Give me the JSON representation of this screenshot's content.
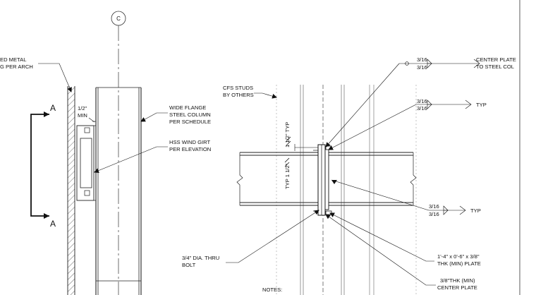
{
  "grid_bubble": "C",
  "section_marker": "A",
  "left_detail": {
    "partition_label": [
      "ED METAL",
      "G PER ARCH"
    ],
    "gap_label": [
      "1/2\"",
      "MIN"
    ],
    "column_label": [
      "WIDE FLANGE",
      "STEEL COLUMN",
      "PER SCHEDULE"
    ],
    "girt_label": [
      "HSS WIND GIRT",
      "PER ELEVATION"
    ]
  },
  "right_detail": {
    "studs_label": [
      "CFS STUDS",
      "BY OTHERS"
    ],
    "typ_vertical": "1 1/2\" TYP",
    "typ_vertical_2": "TYP 1 1/2\"",
    "weld_top": {
      "top": "3/16",
      "bottom": "3/16",
      "note": [
        "CENTER PLATE",
        "TO STEEL COL"
      ]
    },
    "weld_mid": {
      "top": "3/16",
      "bottom": "3/16",
      "note": "TYP"
    },
    "weld_low": {
      "top": "3/16",
      "bottom": "3/16",
      "note": "TYP"
    },
    "bolt_label": [
      "3/4\" DIA. THRU",
      "BOLT"
    ],
    "plate_label": [
      "1'-4\" x 0'-6\" x 3/8\"",
      "THK (MIN) PLATE"
    ],
    "center_plate_label": [
      "3/8\"THK (MIN)",
      "CENTER PLATE"
    ],
    "notes_heading": "NOTES:"
  }
}
